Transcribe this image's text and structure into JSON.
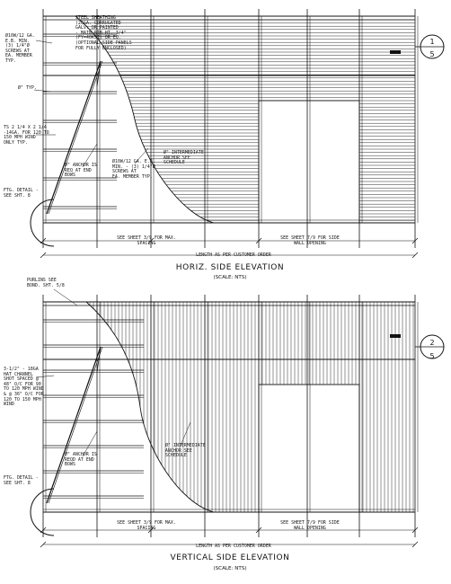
{
  "elevation_1": {
    "title": "HORIZ. SIDE ELEVATION",
    "scale": "(SCALE: NTS)",
    "marker_number": "1",
    "marker_sheet": "5",
    "labels": {
      "sheathing": "STEEL SHEATHING\n(26GA. CORRUGATED\nGALV. OR PAINTED\n- MAIN RIB HT. 3/4\"\n(FY=40KSI) OR EQ.\n(OPTIONAL SIDE PANELS\nFOR FULLY ENCLOSED)",
      "screws_top": "Ø10W/12 GA.\nE.B. MIN.\n(3) 1/4\"Ø\nSCREWS AT\nEA. MEMBER\nTYP.",
      "typ": "Ø\" TYP.",
      "tubes": "TS 2 1/4 X 2 1/4\n-14GA. FOR 120 TO\n150 MPH WIND\nONLY TYP.",
      "anchor_end": "Ø\" ANCHOR IS\nREQ AT END\nBOWS",
      "screws_mid": "Ø10W/12 GA. E.B.\nMIN. - (3) 1/4\"Ø\nSCREWS AT\nEA. MEMBER TYP.",
      "anchor_int": "Ø\" INTERMEDIATE\nANCHOR SEE\nSCHEDULE",
      "ftg_detail": "FTG. DETAIL -\nSEE SHT. 8",
      "spacing_note": "SEE SHEET 3/9 FOR MAX.\nSPACING",
      "opening_note": "SEE SHEET 7/9 FOR SIDE\nWALL OPENING",
      "length_note": "LENGTH AS PER CUSTOMER ORDER"
    }
  },
  "elevation_2": {
    "title": "VERTICAL SIDE ELEVATION",
    "scale": "(SCALE: NTS)",
    "marker_number": "2",
    "marker_sheet": "5",
    "labels": {
      "purlins": "PURLINS SEE\nBOND. SHT. 5/8",
      "hat_channel": "3-1/2\" - 18GA\nHAT CHANNEL\nSHOT SPACED @\n48\" O/C FOR 90\nTO 120 MPH WIND\n& @ 36\" O/C FOR\n120 TO 150 MPH\nWIND",
      "anchor_end": "Ø\" ANCHOR IS\nREQD AT END\nBOWS",
      "anchor_int": "Ø\" INTERMEDIATE\nANCHOR SEE\nSCHEDULE",
      "ftg_detail": "FTG. DETAIL -\nSEE SHT. 8",
      "spacing_note": "SEE SHEET 3/9 FOR MAX.\nSPACING",
      "opening_note": "SEE SHEET 7/9 FOR SIDE\nWALL OPENING",
      "length_note": "LENGTH AS PER CUSTOMER ORDER"
    }
  }
}
